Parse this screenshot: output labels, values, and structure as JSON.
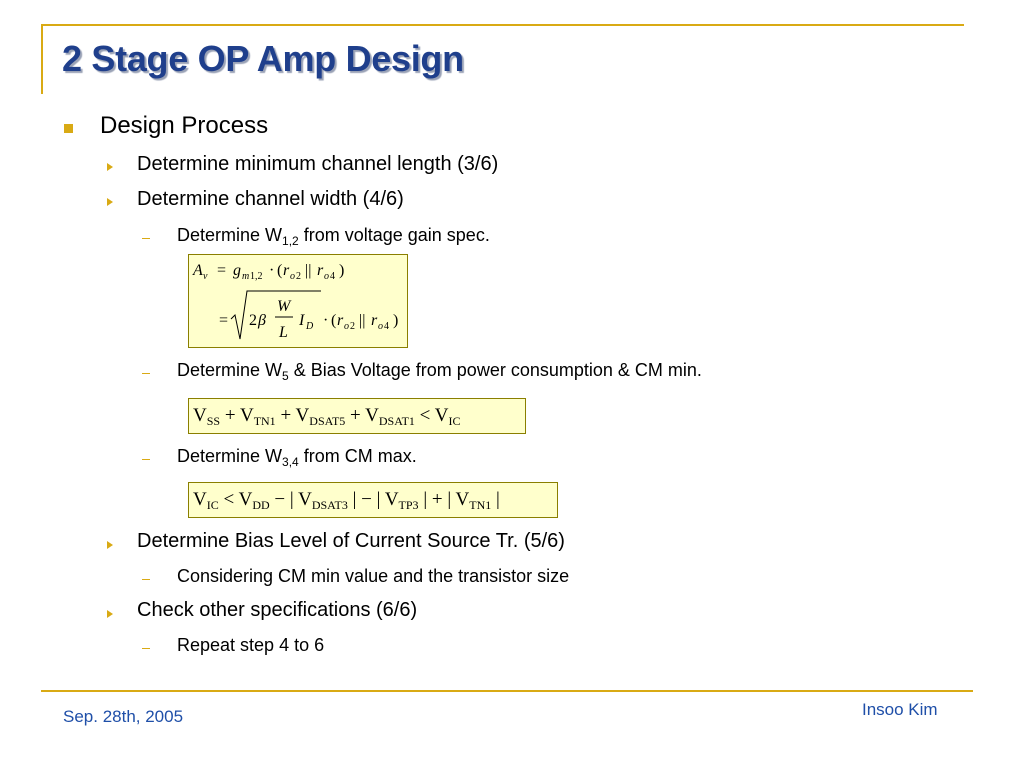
{
  "slide": {
    "title": "2 Stage OP Amp Design",
    "items": {
      "design_process": "Design Process",
      "min_channel_length": "Determine minimum channel length (3/6)",
      "channel_width": "Determine channel width (4/6)",
      "w12_pre": "Determine W",
      "w12_sub": "1,2",
      "w12_post": " from voltage gain spec.",
      "w5_pre": "Determine W",
      "w5_sub": "5",
      "w5_post": " & Bias Voltage from power consumption & CM min.",
      "w34_pre": "Determine W",
      "w34_sub": "3,4",
      "w34_post": " from CM max.",
      "bias_level": "Determine Bias Level of Current Source Tr. (5/6)",
      "cm_min": "Considering CM min value and the transistor size",
      "check_specs": "Check other specifications (6/6)",
      "repeat": "Repeat step 4 to 6"
    },
    "equations": {
      "eq2": {
        "t1": "V",
        "s1": "SS",
        "t2": " + V",
        "s2": "TN1",
        "t3": " + V",
        "s3": "DSAT5",
        "t4": " + V",
        "s4": "DSAT1",
        "t5": " < V",
        "s5": "IC"
      },
      "eq3": {
        "t1": "V",
        "s1": "IC",
        "t2": " < V",
        "s2": "DD",
        "t3": " − | V",
        "s3": "DSAT3",
        "t4": " | − | V",
        "s4": "TP3",
        "t5": " | + | V",
        "s5": "TN1",
        "t6": " |"
      }
    },
    "footer": {
      "date": "Sep. 28th, 2005",
      "author": "Insoo Kim"
    },
    "accent_color": "#d9aa14",
    "title_color": "#1f3f8c"
  }
}
